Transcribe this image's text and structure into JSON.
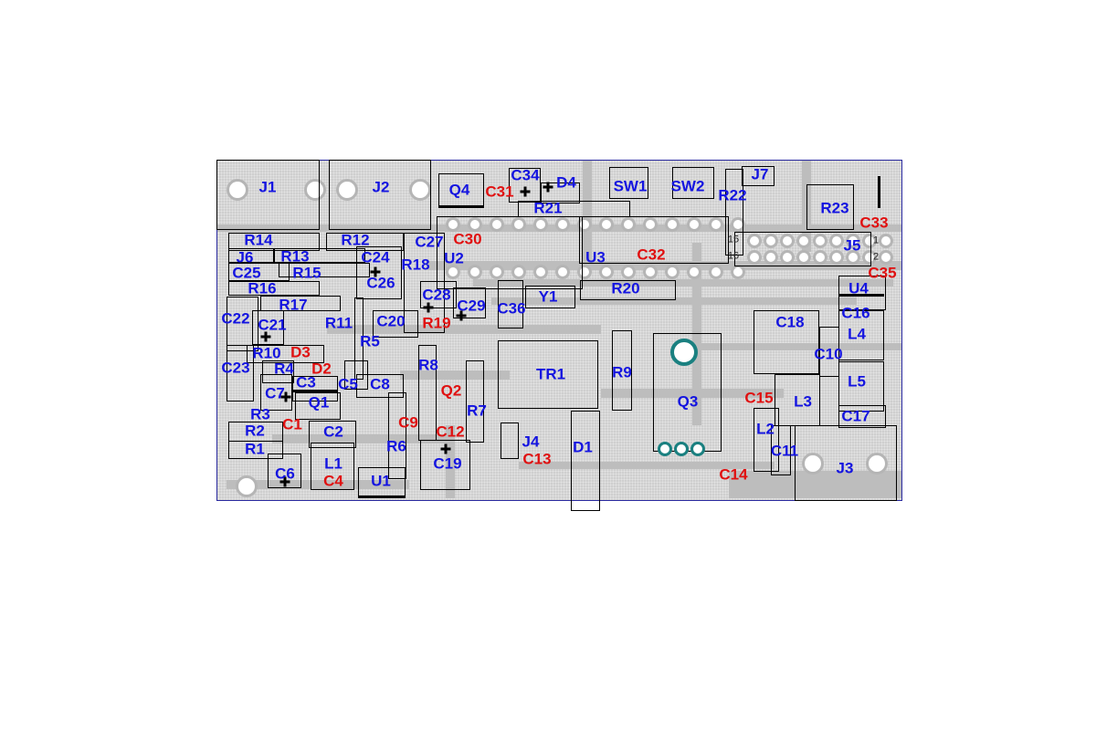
{
  "title": "PCB component placement layout",
  "components": [
    {
      "ref": "J1",
      "color": "blue"
    },
    {
      "ref": "J2",
      "color": "blue"
    },
    {
      "ref": "Q4",
      "color": "blue"
    },
    {
      "ref": "C34",
      "color": "blue"
    },
    {
      "ref": "D4",
      "color": "blue"
    },
    {
      "ref": "R21",
      "color": "blue"
    },
    {
      "ref": "SW1",
      "color": "blue"
    },
    {
      "ref": "SW2",
      "color": "blue"
    },
    {
      "ref": "R22",
      "color": "blue"
    },
    {
      "ref": "J7",
      "color": "blue"
    },
    {
      "ref": "R23",
      "color": "blue"
    },
    {
      "ref": "J5",
      "color": "blue"
    },
    {
      "ref": "U2",
      "color": "blue"
    },
    {
      "ref": "U3",
      "color": "blue"
    },
    {
      "ref": "R14",
      "color": "blue"
    },
    {
      "ref": "J6",
      "color": "blue"
    },
    {
      "ref": "R13",
      "color": "blue"
    },
    {
      "ref": "R12",
      "color": "blue"
    },
    {
      "ref": "C27",
      "color": "blue"
    },
    {
      "ref": "C24",
      "color": "blue"
    },
    {
      "ref": "R18",
      "color": "blue"
    },
    {
      "ref": "C25",
      "color": "blue"
    },
    {
      "ref": "R15",
      "color": "blue"
    },
    {
      "ref": "C26",
      "color": "blue"
    },
    {
      "ref": "R16",
      "color": "blue"
    },
    {
      "ref": "R17",
      "color": "blue"
    },
    {
      "ref": "C28",
      "color": "blue"
    },
    {
      "ref": "C29",
      "color": "blue"
    },
    {
      "ref": "C36",
      "color": "blue"
    },
    {
      "ref": "Y1",
      "color": "blue"
    },
    {
      "ref": "R20",
      "color": "blue"
    },
    {
      "ref": "C22",
      "color": "blue"
    },
    {
      "ref": "C21",
      "color": "blue"
    },
    {
      "ref": "R11",
      "color": "blue"
    },
    {
      "ref": "C20",
      "color": "blue"
    },
    {
      "ref": "R5",
      "color": "blue"
    },
    {
      "ref": "R10",
      "color": "blue"
    },
    {
      "ref": "C23",
      "color": "blue"
    },
    {
      "ref": "R4",
      "color": "blue"
    },
    {
      "ref": "C3",
      "color": "blue"
    },
    {
      "ref": "C5",
      "color": "blue"
    },
    {
      "ref": "C8",
      "color": "blue"
    },
    {
      "ref": "C7",
      "color": "blue"
    },
    {
      "ref": "Q1",
      "color": "blue"
    },
    {
      "ref": "R8",
      "color": "blue"
    },
    {
      "ref": "TR1",
      "color": "blue"
    },
    {
      "ref": "R9",
      "color": "blue"
    },
    {
      "ref": "R3",
      "color": "blue"
    },
    {
      "ref": "R2",
      "color": "blue"
    },
    {
      "ref": "C2",
      "color": "blue"
    },
    {
      "ref": "R7",
      "color": "blue"
    },
    {
      "ref": "R1",
      "color": "blue"
    },
    {
      "ref": "L1",
      "color": "blue"
    },
    {
      "ref": "R6",
      "color": "blue"
    },
    {
      "ref": "J4",
      "color": "blue"
    },
    {
      "ref": "C19",
      "color": "blue"
    },
    {
      "ref": "D1",
      "color": "blue"
    },
    {
      "ref": "C6",
      "color": "blue"
    },
    {
      "ref": "U1",
      "color": "blue"
    },
    {
      "ref": "Q3",
      "color": "blue"
    },
    {
      "ref": "C18",
      "color": "blue"
    },
    {
      "ref": "U4",
      "color": "blue"
    },
    {
      "ref": "C16",
      "color": "blue"
    },
    {
      "ref": "L4",
      "color": "blue"
    },
    {
      "ref": "C10",
      "color": "blue"
    },
    {
      "ref": "L5",
      "color": "blue"
    },
    {
      "ref": "L3",
      "color": "blue"
    },
    {
      "ref": "C17",
      "color": "blue"
    },
    {
      "ref": "L2",
      "color": "blue"
    },
    {
      "ref": "C11",
      "color": "blue"
    },
    {
      "ref": "J3",
      "color": "blue"
    },
    {
      "ref": "C31",
      "color": "red"
    },
    {
      "ref": "C30",
      "color": "red"
    },
    {
      "ref": "C33",
      "color": "red"
    },
    {
      "ref": "C32",
      "color": "red"
    },
    {
      "ref": "C35",
      "color": "red"
    },
    {
      "ref": "R19",
      "color": "red"
    },
    {
      "ref": "D3",
      "color": "red"
    },
    {
      "ref": "D2",
      "color": "red"
    },
    {
      "ref": "Q2",
      "color": "red"
    },
    {
      "ref": "C1",
      "color": "red"
    },
    {
      "ref": "C9",
      "color": "red"
    },
    {
      "ref": "C12",
      "color": "red"
    },
    {
      "ref": "C13",
      "color": "red"
    },
    {
      "ref": "C4",
      "color": "red"
    },
    {
      "ref": "C15",
      "color": "red"
    },
    {
      "ref": "C14",
      "color": "red"
    }
  ],
  "pin_numbers": [
    "15",
    "16",
    "1",
    "2"
  ],
  "colors": {
    "top_label": "#1414e0",
    "bottom_label": "#e01010",
    "board": "#cfcfcf",
    "outline": "#000000"
  }
}
